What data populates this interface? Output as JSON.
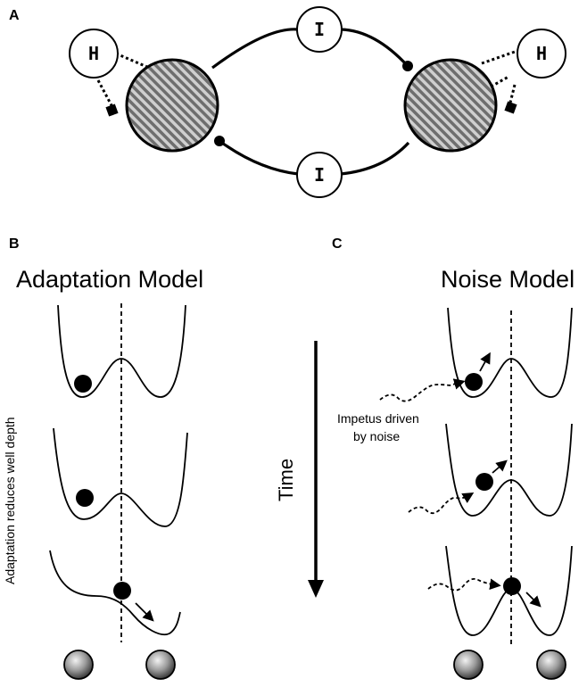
{
  "panels": {
    "a": "A",
    "b": "B",
    "c": "C"
  },
  "network": {
    "hidden_label": "H",
    "inhibitory_label": "I"
  },
  "adaptation_model": {
    "title": "Adaptation Model",
    "side_label": "Adaptation reduces well depth"
  },
  "noise_model": {
    "title": "Noise Model",
    "annotation_line1": "Impetus driven",
    "annotation_line2": "by noise"
  },
  "time_label": "Time"
}
